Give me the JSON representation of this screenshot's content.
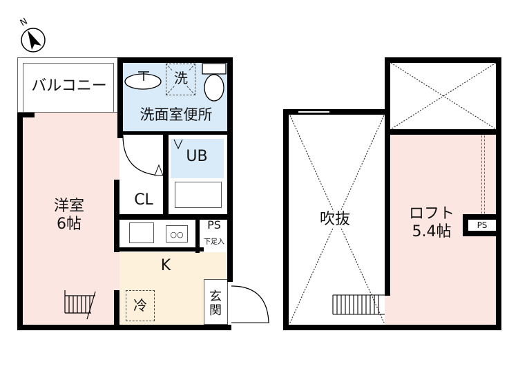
{
  "compass": {
    "north_label": "N"
  },
  "floor1": {
    "balcony": {
      "label": "バルコニー"
    },
    "washroom_toilet": {
      "label": "洗面室便所",
      "washer_label": "洗"
    },
    "bath": {
      "label": "UB"
    },
    "closet": {
      "label": "CL"
    },
    "western_room": {
      "label": "洋室",
      "size": "6帖"
    },
    "kitchen": {
      "label": "K",
      "fridge_label": "冷"
    },
    "pipe_space": {
      "label": "PS"
    },
    "shoe_box": {
      "label": "下足入"
    },
    "entrance": {
      "label": "玄関"
    }
  },
  "floor2": {
    "void": {
      "label": "吹抜"
    },
    "loft": {
      "label": "ロフト",
      "size": "5.4帖"
    },
    "pipe_space": {
      "label": "PS"
    }
  },
  "colors": {
    "room_pink": "#fbe6e1",
    "wet_blue": "#d9ebf8",
    "kitchen_cream": "#fdf1dc",
    "wall": "#000000"
  }
}
